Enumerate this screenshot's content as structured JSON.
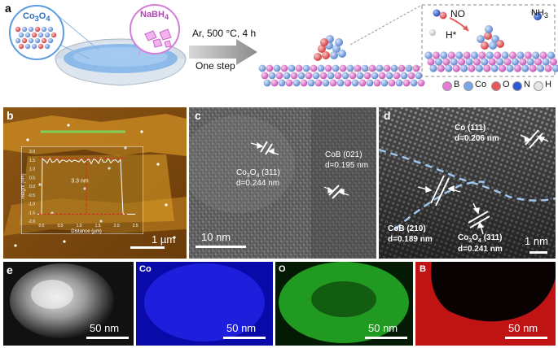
{
  "panel_a": {
    "label": "a",
    "precursor_1": "Co3O4",
    "precursor_2": "NaBH4",
    "conditions": "Ar, 500 °C, 4 h",
    "method": "One step",
    "reactant": "NO",
    "hydrogen": "H*",
    "product": "NH3",
    "legend": [
      "B",
      "Co",
      "O",
      "N",
      "H"
    ],
    "legend_colors": [
      "#e47bd6",
      "#7aa6e6",
      "#e8575a",
      "#2d5bd6",
      "#e6e6e6"
    ]
  },
  "panel_b": {
    "label": "b",
    "scale": "1 µm",
    "inset": {
      "xlabel": "Distance (µm)",
      "ylabel": "Height (nm)",
      "annotation": "3.3 nm",
      "yticks": [
        "2.0",
        "1.5",
        "1.0",
        "0.5",
        "0.0",
        "-0.5",
        "-1.0",
        "-1.5",
        "-2.0"
      ],
      "xticks": [
        "0.0",
        "0.5",
        "1.0",
        "1.5",
        "2.0",
        "2.5"
      ]
    }
  },
  "panel_c": {
    "label": "c",
    "scale": "10 nm",
    "ann1_name": "Co3O4 (311)",
    "ann1_d": "d=0.244 nm",
    "ann2_name": "CoB (021)",
    "ann2_d": "d=0.195 nm"
  },
  "panel_d": {
    "label": "d",
    "scale": "1 nm",
    "ann1_name": "Co (111)",
    "ann1_d": "d=0.206 nm",
    "ann2_name": "CoB (210)",
    "ann2_d": "d=0.189 nm",
    "ann3_name": "Co3O4 (311)",
    "ann3_d": "d=0.241 nm"
  },
  "panel_e": {
    "label": "e",
    "scale": "50 nm",
    "maps": [
      {
        "name": "Co",
        "scale": "50 nm"
      },
      {
        "name": "O",
        "scale": "50 nm"
      },
      {
        "name": "B",
        "scale": "50 nm"
      }
    ]
  }
}
